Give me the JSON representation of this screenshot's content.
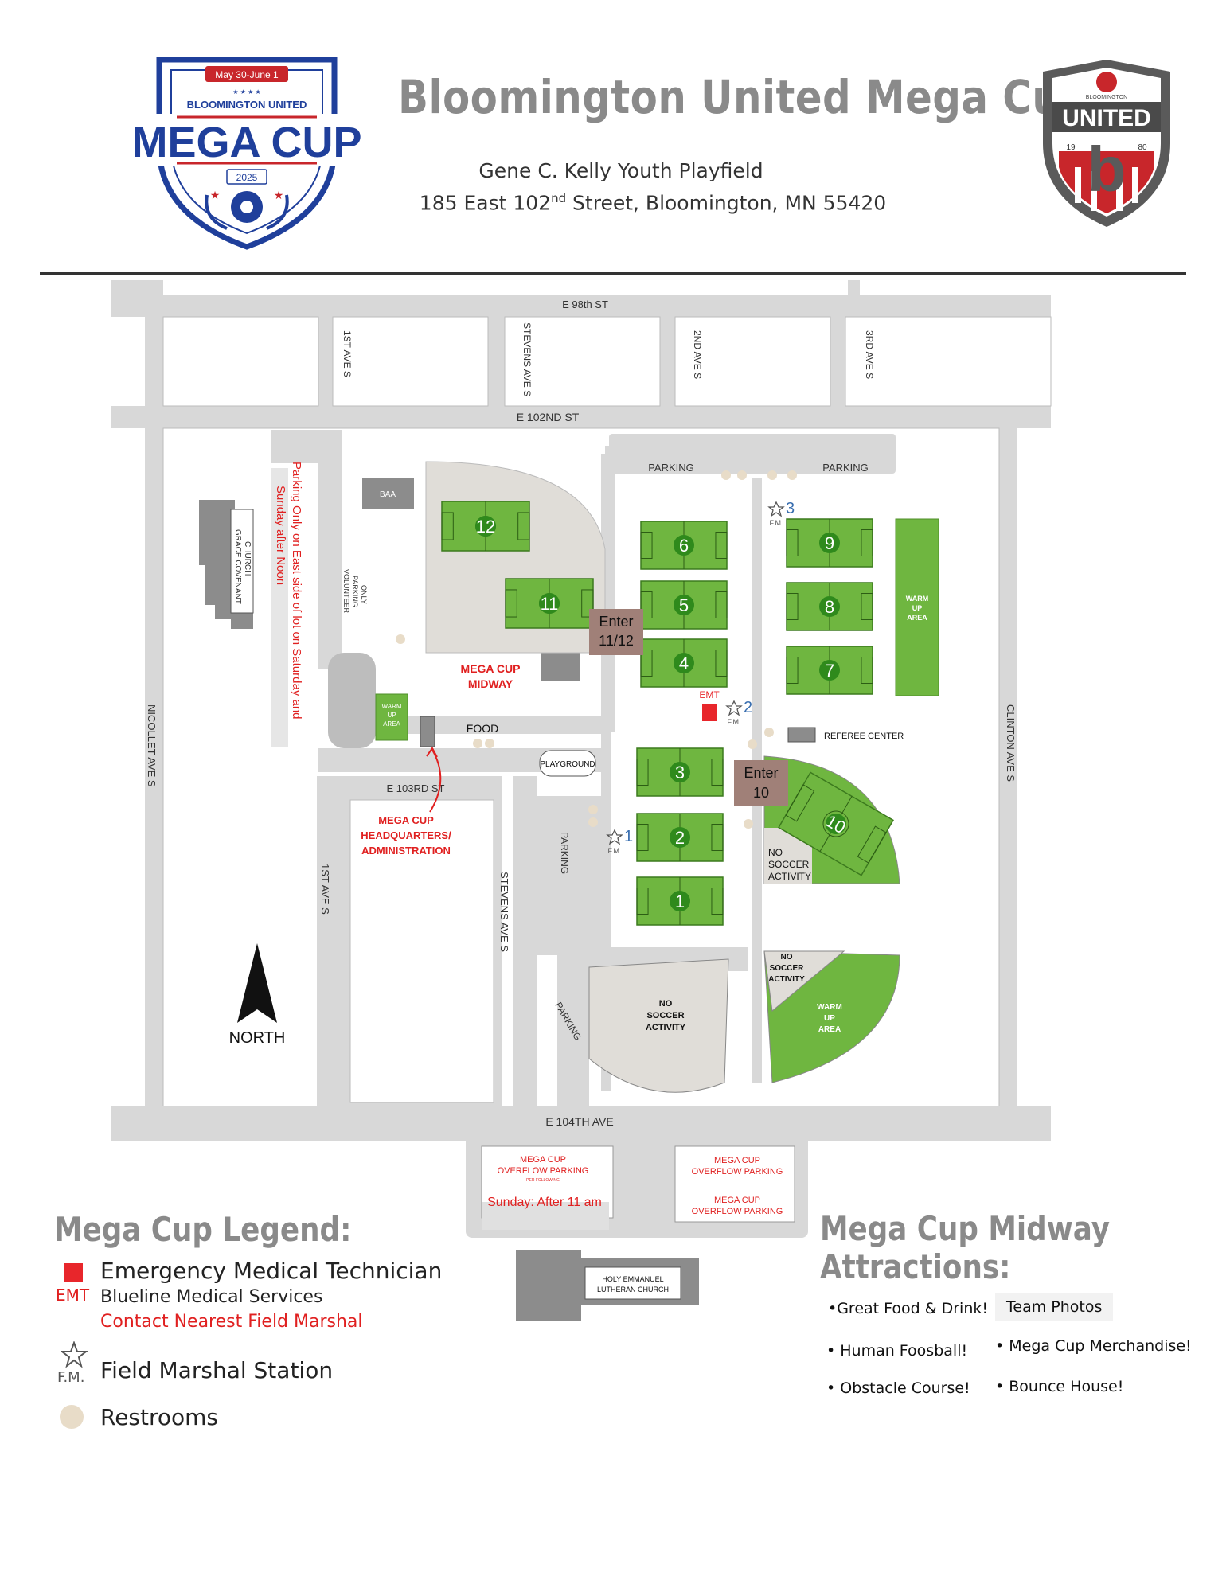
{
  "header": {
    "title": "Bloomington United Mega Cup",
    "venue": "Gene C. Kelly Youth Playfield",
    "address_prefix": "185 East 102",
    "address_sup": "nd",
    "address_suffix": " Street, Bloomington, MN 55420"
  },
  "badge": {
    "dates": "May 30-June 1",
    "club": "BLOOMINGTON UNITED",
    "name": "MEGA CUP",
    "year": "2025"
  },
  "club_logo": {
    "word": "UNITED",
    "small": "BLOOMINGTON",
    "year_left": "19",
    "year_right": "80",
    "letter": "b"
  },
  "streets": {
    "e98": "E 98th ST",
    "e102": "E 102ND ST",
    "e103": "E 103RD ST",
    "e104": "E 104TH AVE",
    "ave1_top": "1ST AVE S",
    "stevens_top": "STEVENS AVE S",
    "ave2_top": "2ND AVE S",
    "ave3_top": "3RD AVE S",
    "nicollet": "NICOLLET AVE S",
    "clinton": "CLINTON AVE S",
    "ave1_bottom": "1ST AVE S",
    "stevens_bottom": "STEVENS AVE S"
  },
  "map_labels": {
    "parking": "PARKING",
    "baa": "BAA",
    "grace_church": "GRACE COVENANT CHURCH",
    "volunteer_parking": "VOLUNTEER PARKING ONLY",
    "parking_note": "Parking Only on East side of lot on Saturday and Sunday after Noon",
    "midway": "MEGA CUP MIDWAY",
    "hq": "MEGA CUP HEADQUARTERS/ ADMINISTRATION",
    "food": "FOOD",
    "playground": "PLAYGROUND",
    "warm_up": "WARM UP AREA",
    "referee_center": "REFEREE CENTER",
    "no_soccer": "NO SOCCER ACTIVITY",
    "enter_1112": "Enter 11/12",
    "enter_10": "Enter 10",
    "emt": "EMT",
    "fm": "F.M.",
    "north": "NORTH",
    "overflow": "MEGA CUP OVERFLOW PARKING",
    "per_following": "PER FOLLOWING",
    "sunday_after": "Sunday: After 11 am",
    "holy_church": "HOLY EMMANUEL LUTHERAN CHURCH"
  },
  "fields": [
    "1",
    "2",
    "3",
    "4",
    "5",
    "6",
    "7",
    "8",
    "9",
    "10",
    "11",
    "12"
  ],
  "field_marshal_stations": [
    "1",
    "2",
    "3"
  ],
  "legend": {
    "title": "Mega Cup Legend:",
    "emt_label": "EMT",
    "emt_title": "Emergency Medical Technician",
    "emt_provider": "Blueline Medical Services",
    "emt_contact": "Contact Nearest Field Marshal",
    "fm_label": "F.M.",
    "fm_title": "Field Marshal Station",
    "restrooms": "Restrooms"
  },
  "midway_attractions": {
    "title_line1": "Mega Cup Midway",
    "title_line2": "Attractions:",
    "items": [
      "•Great Food & Drink!",
      "Team Photos",
      "• Human Foosball!",
      "• Mega Cup Merchandise!",
      "• Obstacle Course!",
      "• Bounce House!"
    ]
  },
  "colors": {
    "field_green": "#6fb640",
    "road_gray": "#d8d8d8",
    "lot_gray": "#e8e6e3",
    "emt_red": "#e8262b",
    "red_text": "#e02020",
    "enter_brown": "#a08078",
    "restroom": "#e8dcc8",
    "badge_blue": "#1f3f9b"
  }
}
